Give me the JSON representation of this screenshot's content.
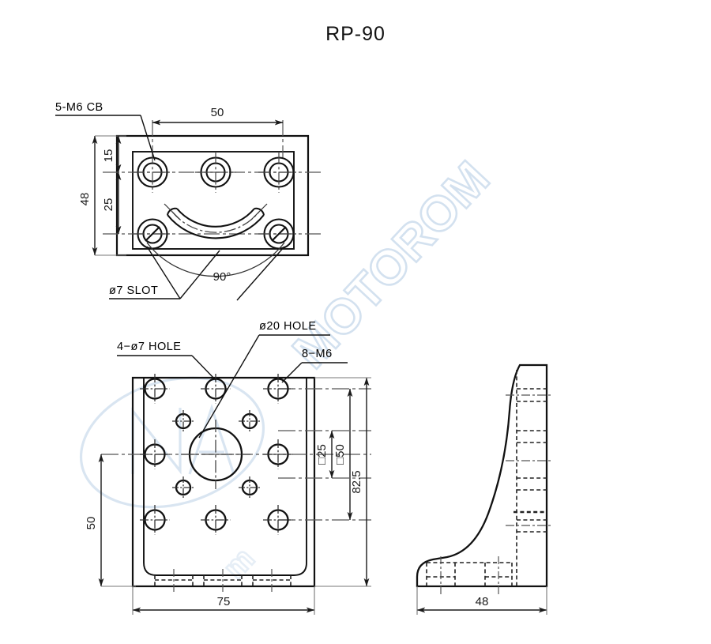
{
  "drawing": {
    "title": "RP-90",
    "type": "engineering-drawing",
    "line_color": "#111111",
    "dimension_color": "#1a1a1a",
    "watermark_color": "#c8d9ec",
    "background": "#ffffff"
  },
  "views": {
    "top": {
      "name": "top-view",
      "labels": {
        "counterbore": "5-M6  CB",
        "slot": "ø7  SLOT",
        "angle": "90°"
      },
      "dimensions": {
        "width_holes": "50",
        "height_total": "48",
        "offset_upper": "15",
        "offset_lower": "25"
      }
    },
    "front": {
      "name": "front-view",
      "labels": {
        "corner_holes": "4−ø7  HOLE",
        "center_hole": "ø20  HOLE",
        "tapped_holes": "8−M6"
      },
      "dimensions": {
        "square_small": "□25",
        "square_large": "□50",
        "height_total": "82.5",
        "height_left": "50",
        "width_total": "75"
      }
    },
    "side": {
      "name": "side-view",
      "dimensions": {
        "base_width": "48"
      }
    }
  }
}
